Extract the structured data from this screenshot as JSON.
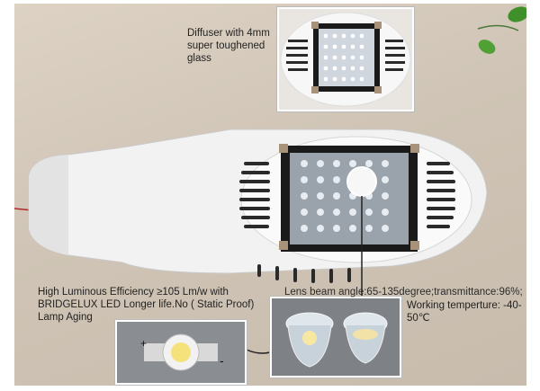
{
  "labels": {
    "diffuser": "Diffuser with 4mm super toughened glass",
    "efficiency": "High Luminous Efficiency ≥105 Lm/w with BRIDGELUX LED Longer life.No ( Static Proof) Lamp Aging",
    "lens": "Lens beam angle:65-135degree;transmittance:96%;",
    "temperature": "Working temperture: -40-50℃"
  },
  "led_symbols": {
    "plus": "+",
    "minus": "-"
  },
  "colors": {
    "background": "#cfc4b5",
    "housing": "#f4f4f4",
    "led_panel": "#9aa2ab",
    "frame": "#1a1a1a",
    "leaf": "#3f8f2a"
  },
  "icons": [
    "leaf-icon",
    "led-chip-icon",
    "lens-icon"
  ]
}
